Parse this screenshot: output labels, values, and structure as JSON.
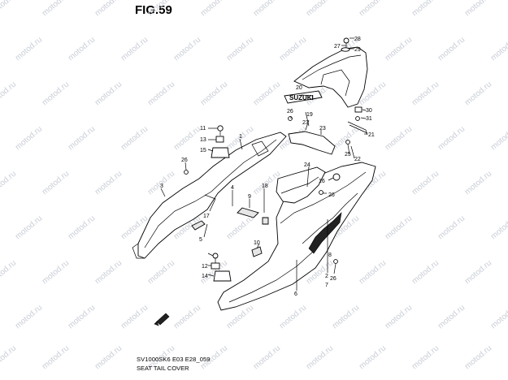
{
  "figure": {
    "title": "FIG.59",
    "model_code": "SV1000SK6 E03 E28_059",
    "caption": "SEAT TAIL COVER"
  },
  "watermark": "motod.ru",
  "emblem_text": "SUZUKI",
  "callouts": [
    "1",
    "2",
    "3",
    "4",
    "5",
    "6",
    "7",
    "8",
    "9",
    "10",
    "11",
    "12",
    "13",
    "14",
    "15",
    "16",
    "17",
    "18",
    "19",
    "20",
    "21",
    "22",
    "23",
    "23",
    "24",
    "25",
    "26",
    "26",
    "26",
    "26",
    "27",
    "28",
    "29",
    "30",
    "31"
  ]
}
